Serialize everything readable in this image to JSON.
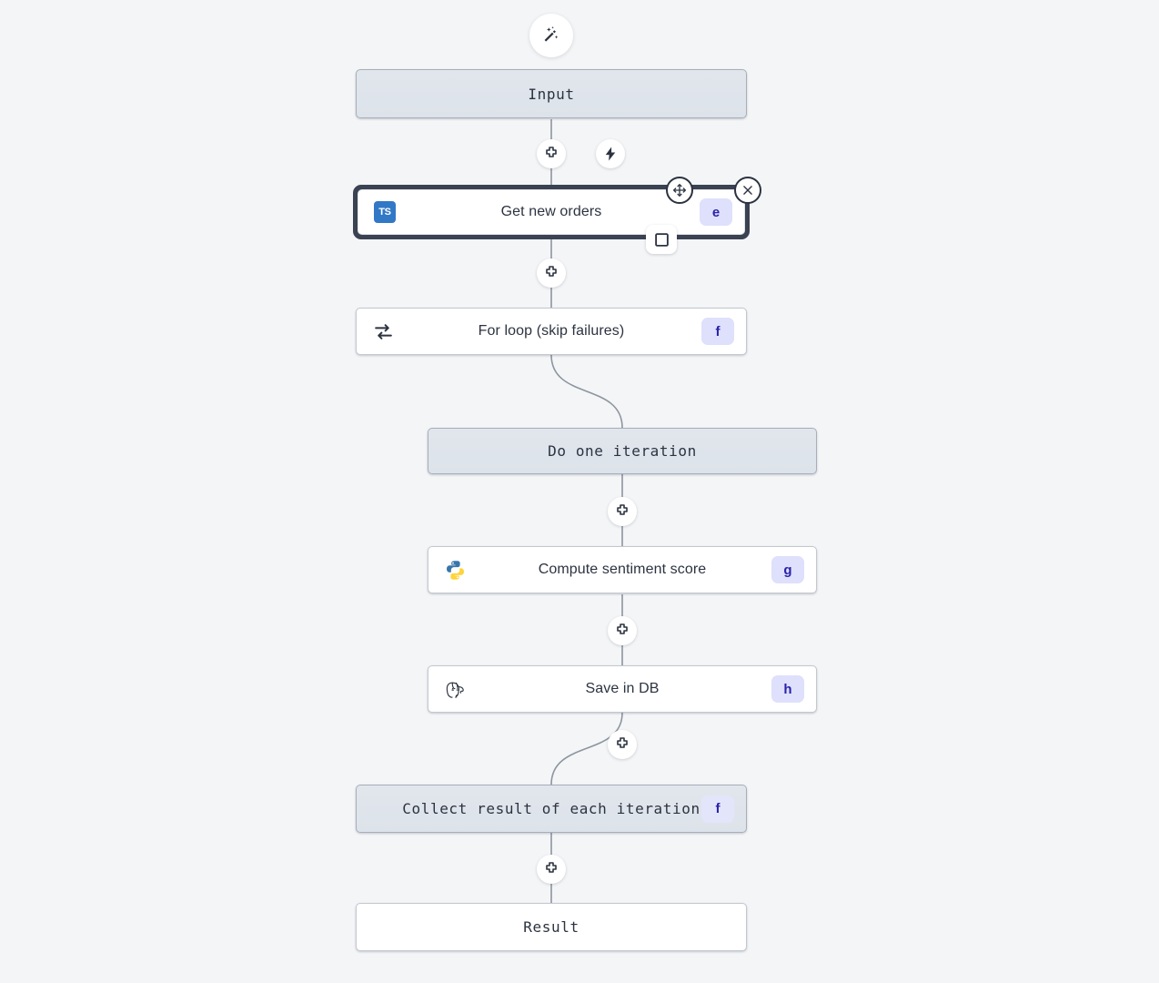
{
  "canvas": {
    "background_color": "#f4f5f7",
    "edge_color": "#8d959f"
  },
  "toolbar": {
    "magic_wand_icon": "magic-wand-icon"
  },
  "nodes": [
    {
      "id": "input",
      "label": "Input",
      "style": "tinted",
      "font": "mono",
      "icon": null,
      "badge": null
    },
    {
      "id": "get-new-orders",
      "label": "Get new orders",
      "style": "white",
      "font": "sans",
      "icon": "typescript-icon",
      "icon_text": "TS",
      "badge": "e",
      "selected": true
    },
    {
      "id": "for-loop",
      "label": "For loop (skip failures)",
      "style": "white",
      "font": "sans",
      "icon": "loop-icon",
      "badge": "f"
    },
    {
      "id": "do-one-iteration",
      "label": "Do one iteration",
      "style": "tinted",
      "font": "mono",
      "icon": null,
      "badge": null
    },
    {
      "id": "compute-sentiment-score",
      "label": "Compute sentiment score",
      "style": "white",
      "font": "sans",
      "icon": "python-icon",
      "badge": "g"
    },
    {
      "id": "save-in-db",
      "label": "Save in DB",
      "style": "white",
      "font": "sans",
      "icon": "postgresql-icon",
      "badge": "h"
    },
    {
      "id": "collect-result",
      "label": "Collect result of each iteration",
      "style": "tinted",
      "font": "mono",
      "icon": null,
      "badge": "f"
    },
    {
      "id": "result",
      "label": "Result",
      "style": "white",
      "font": "mono",
      "icon": null,
      "badge": null
    }
  ],
  "controls": {
    "add_step_icon": "plus-icon",
    "trigger_icon": "lightning-icon",
    "move_icon": "move-handle-icon",
    "close_icon": "close-icon",
    "checkbox_icon": "checkbox-unchecked-icon"
  }
}
